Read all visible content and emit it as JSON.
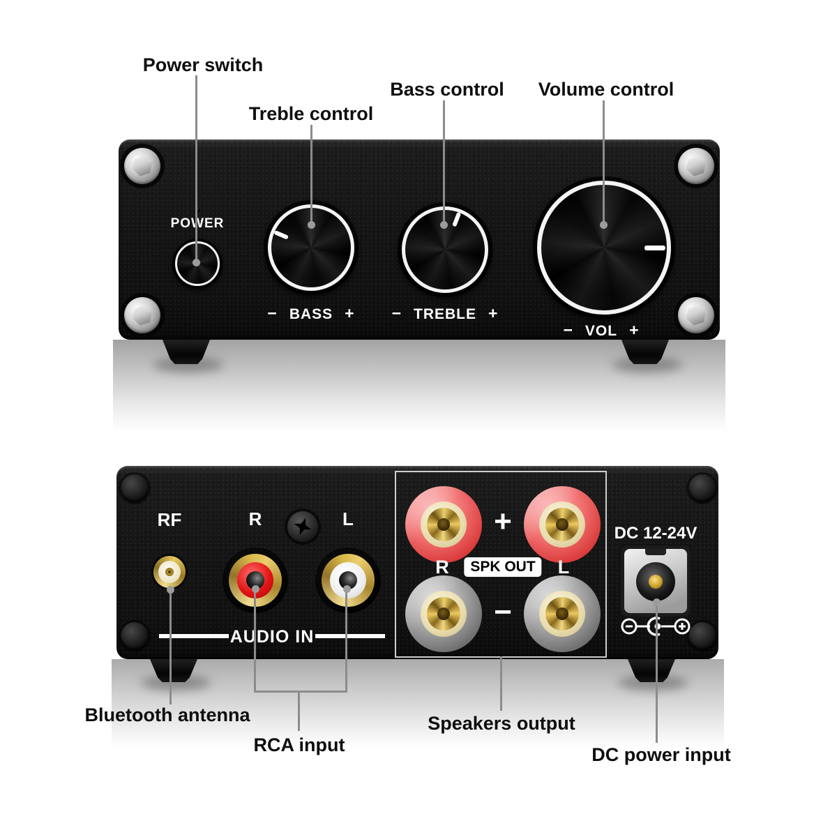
{
  "front": {
    "callouts": {
      "power_switch": "Power switch",
      "treble_control": "Treble control",
      "bass_control": "Bass control",
      "volume_control": "Volume control"
    },
    "panel": {
      "power": "POWER",
      "bass": {
        "minus": "−",
        "label": "BASS",
        "plus": "+"
      },
      "treble": {
        "minus": "−",
        "label": "TREBLE",
        "plus": "+"
      },
      "vol": {
        "minus": "−",
        "label": "VOL",
        "plus": "+"
      }
    }
  },
  "rear": {
    "panel": {
      "rf": "RF",
      "rca_r": "R",
      "rca_l": "L",
      "audio_in": "AUDIO IN",
      "spk": {
        "plus": "+",
        "r": "R",
        "out": "SPK OUT",
        "l": "L",
        "minus": "−"
      },
      "dc": "DC 12-24V"
    },
    "callouts": {
      "bluetooth_antenna": "Bluetooth antenna",
      "rca_input": "RCA input",
      "speakers_output": "Speakers output",
      "dc_power_input": "DC power input"
    }
  },
  "colors": {
    "panel_black": "#161616",
    "rca_red": "#e01212",
    "rca_white": "#f5f5f5",
    "post_red": "#e05a5a",
    "post_gray": "#8f8f8f",
    "gold": "#d9b84a",
    "callout_line": "#8c8c8c"
  }
}
